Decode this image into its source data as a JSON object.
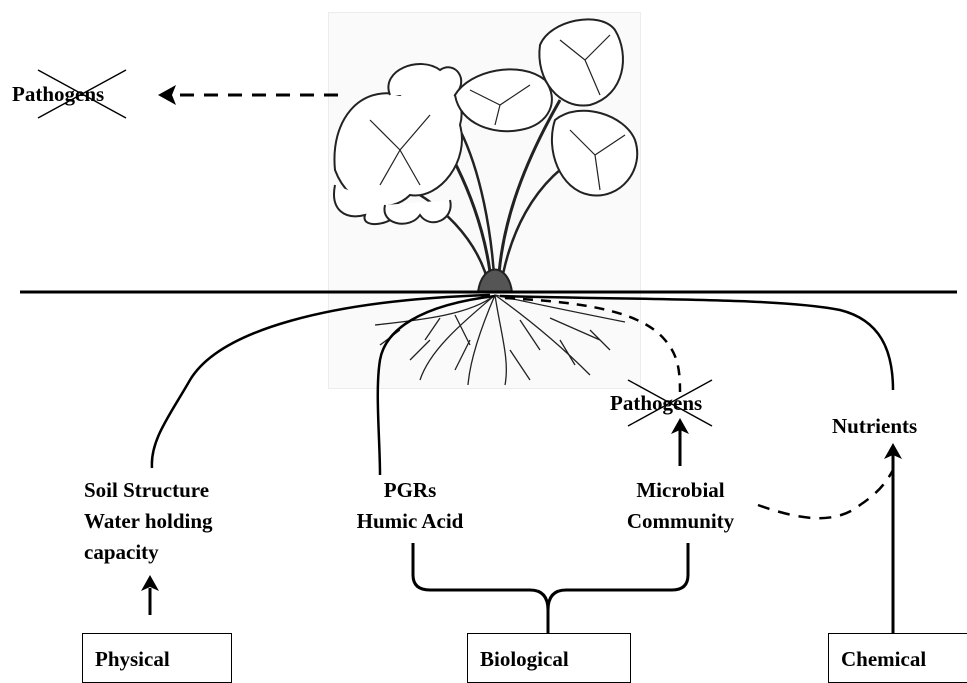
{
  "labels": {
    "pathogens_top": "Pathogens",
    "pathogens_mid": "Pathogens",
    "nutrients": "Nutrients",
    "soil_line1": "Soil Structure",
    "soil_line2": "Water holding",
    "soil_line3": "capacity",
    "pgrs_line1": "PGRs",
    "pgrs_line2": "Humic Acid",
    "microbial_line1": "Microbial",
    "microbial_line2": "Community"
  },
  "boxes": {
    "physical": "Physical",
    "biological": "Biological",
    "chemical": "Chemical"
  },
  "icons": {
    "plant": "strawberry-plant-illustration",
    "crossed_out": "x-mark-icon"
  }
}
